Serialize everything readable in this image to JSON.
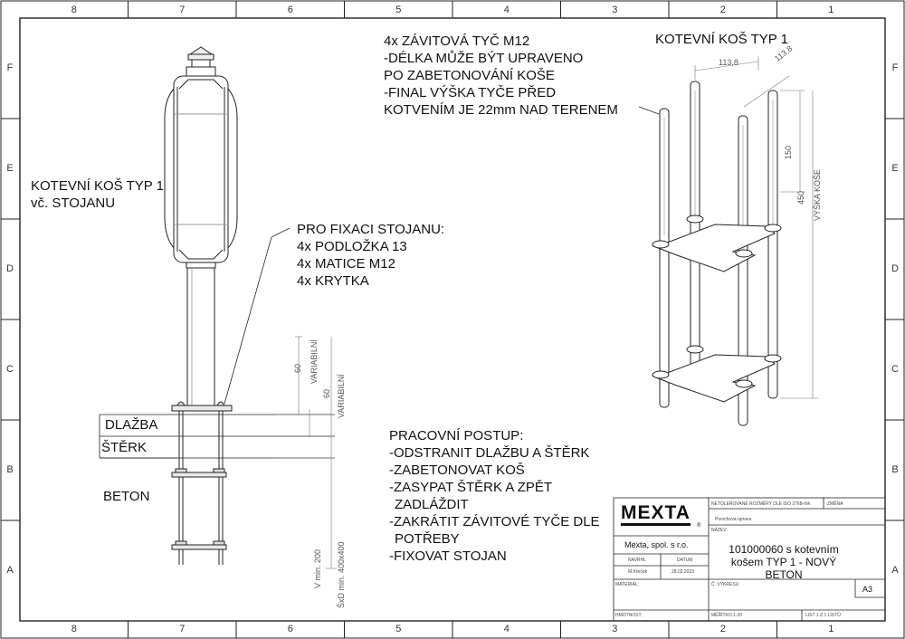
{
  "zones": {
    "columns": [
      "8",
      "7",
      "6",
      "5",
      "4",
      "3",
      "2",
      "1"
    ],
    "rows": [
      "F",
      "E",
      "D",
      "C",
      "B",
      "A"
    ]
  },
  "notes": {
    "rods": [
      "4x ZÁVITOVÁ TYČ M12",
      "-DÉLKA MŮŽE BÝT UPRAVENO",
      "PO ZABETONOVÁNÍ KOŠE",
      "-FINAL VÝŠKA TYČE PŘED",
      "KOTVENÍM JE 22mm NAD TERENEM"
    ],
    "basket_title": "KOTEVNÍ KOŠ TYP 1",
    "left_title": [
      "KOTEVNÍ KOŠ TYP 1",
      "vč. STOJANU"
    ],
    "fixation": [
      "PRO FIXACI STOJANU:",
      "4x PODLOŽKA 13",
      "4x MATICE M12",
      "4x KRYTKA"
    ],
    "procedure": [
      "PRACOVNÍ POSTUP:",
      "-ODSTRANIT DLAŽBU A ŠTĚRK",
      "-ZABETONOVAT KOŠ",
      "-ZASYPAT ŠTĚRK A ZPĚT",
      "ZADLÁŽDIT",
      "-ZAKRÁTIT ZÁVITOVÉ TYČE DLE",
      "POTŘEBY",
      "-FIXOVAT STOJAN"
    ]
  },
  "layers": {
    "paving": "DLAŽBA",
    "gravel": "ŠTĚRK",
    "concrete": "BETON"
  },
  "dimensions": {
    "d60a": "60",
    "var_a": "VARIABILNÍ",
    "d60b": "60",
    "var_b": "VARIABILNÍ",
    "vmin": "V min. 200",
    "sxd": "ŠxD min. 400x400",
    "w1": "113,8",
    "w2": "113,8",
    "h150": "150",
    "h450": "450",
    "h_label": "VÝŠKA KOŠE"
  },
  "title_block": {
    "logo": "MEXTA",
    "company": "Mexta, spol. s r.o.",
    "tolerances": "NETOLEROVANÉ ROZMĚRY DLE ISO 2768-mK",
    "change": "ZMĚNA",
    "surface": "Povrchová úprava",
    "name_label": "NÁZEV:",
    "name": [
      "101000060 s kotevním",
      "košem TYP 1 - NOVÝ",
      "BETON"
    ],
    "drawn_label": "NAVRHL",
    "date_label": "DATUM",
    "drawn_by": "M.Křeček",
    "date": "28.02.2023",
    "material_label": "MATERIÁL:",
    "drawing_no_label": "Č. VÝKRESU",
    "size": "A3",
    "weight_label": "HMOTNOST:",
    "scale_label": "MĚŘÍTKO:1:20",
    "sheet_label": "LIST 1 Z 1 LISTŮ"
  }
}
